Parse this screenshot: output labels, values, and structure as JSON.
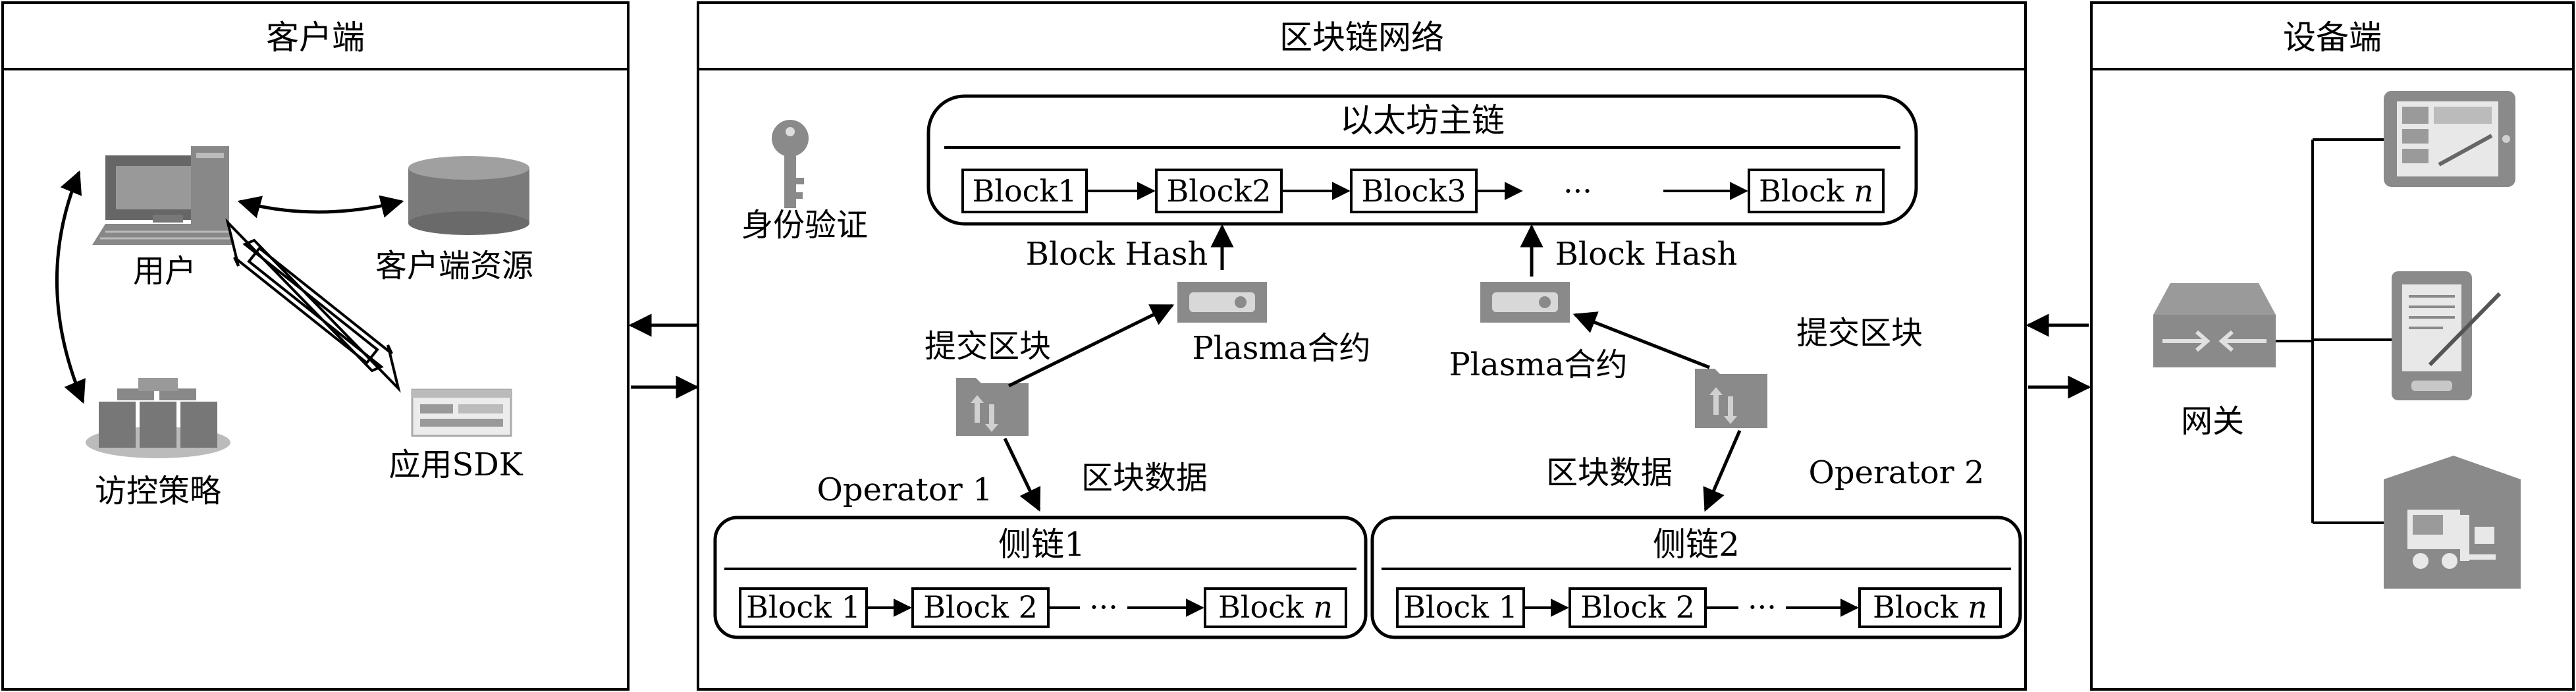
{
  "client": {
    "title": "客户端",
    "user_label": "用户",
    "resource_label": "客户端资源",
    "policy_label": "访控策略",
    "sdk_label": "应用SDK"
  },
  "network": {
    "title": "区块链网络",
    "identity_label": "身份验证",
    "mainchain": {
      "title": "以太坊主链",
      "blocks": [
        "Block1",
        "Block2",
        "Block3"
      ],
      "ellipsis": "···",
      "last_block_prefix": "Block ",
      "last_block_var": "n"
    },
    "left": {
      "block_hash_label": "Block Hash",
      "contract_label": "Plasma合约",
      "submit_label": "提交区块",
      "operator_label": "Operator 1",
      "data_label": "区块数据"
    },
    "right": {
      "block_hash_label": "Block Hash",
      "contract_label": "Plasma合约",
      "submit_label": "提交区块",
      "operator_label": "Operator 2",
      "data_label": "区块数据"
    },
    "sidechain1": {
      "title": "侧链1",
      "blocks": [
        "Block 1",
        "Block 2"
      ],
      "ellipsis": "···",
      "last_block_prefix": "Block ",
      "last_block_var": "n"
    },
    "sidechain2": {
      "title": "侧链2",
      "blocks": [
        "Block 1",
        "Block 2"
      ],
      "ellipsis": "···",
      "last_block_prefix": "Block ",
      "last_block_var": "n"
    }
  },
  "device": {
    "title": "设备端",
    "gateway_label": "网关"
  }
}
